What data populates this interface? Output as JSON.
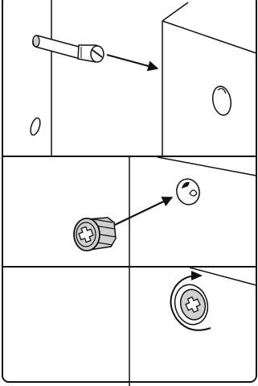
{
  "figure": {
    "kind": "assembly-instructions",
    "steps": [
      {
        "id": "step-1",
        "action": "insert-dowel-pin",
        "parts": [
          "dowel-pin",
          "pilot-hole",
          "receiving-hole"
        ]
      },
      {
        "id": "step-2",
        "action": "insert-cam-lock",
        "parts": [
          "cam-lock-fitting",
          "cam-hole"
        ]
      },
      {
        "id": "step-3",
        "action": "rotate-cam-lock-clockwise",
        "parts": [
          "cam-lock-seated",
          "rotation-arrow"
        ]
      }
    ],
    "colors": {
      "ink": "#111111",
      "part_fill": "#d0d0d0",
      "paper": "#ffffff"
    }
  }
}
